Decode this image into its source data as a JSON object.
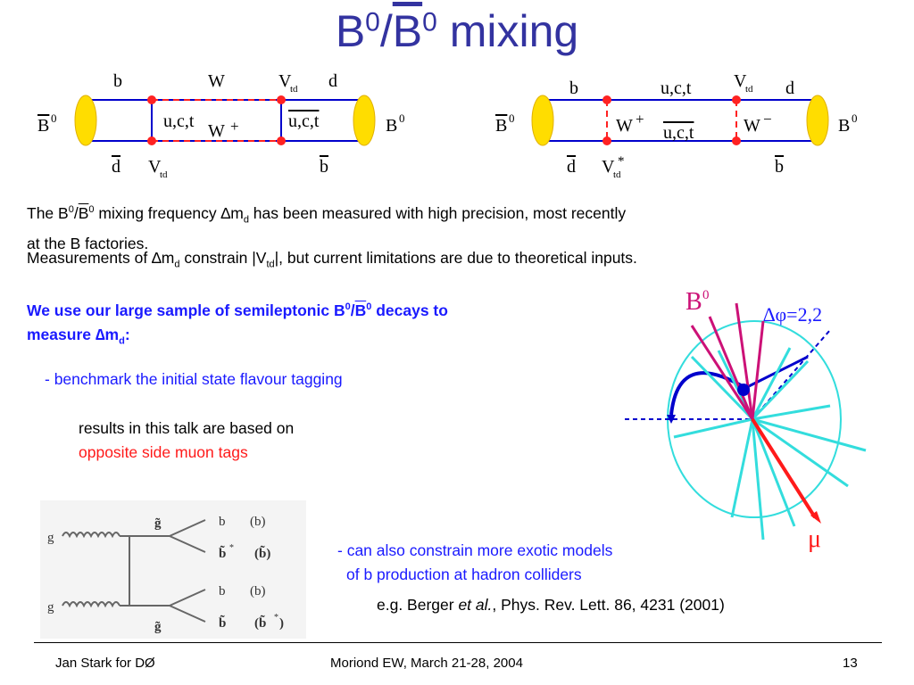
{
  "title": {
    "main": "B",
    "sup1": "0",
    "slash": "/",
    "bbar": "B",
    "sup2": "0",
    "rest": " mixing"
  },
  "box_left": {
    "top": [
      "b",
      "W",
      "V",
      "td",
      "d"
    ],
    "mid": [
      "u,c,t",
      "W",
      "+",
      "u,c,t"
    ],
    "bot": [
      "d",
      "V",
      "td",
      "b"
    ],
    "meson_left": "B",
    "meson_left_sup": "0",
    "meson_right": "B",
    "meson_right_sup": "0"
  },
  "box_right": {
    "top": [
      "b",
      "u,c,t",
      "V",
      "td",
      "d"
    ],
    "mid": [
      "W",
      "+",
      "u,c,t",
      "W",
      "−"
    ],
    "bot": [
      "d",
      "V",
      "td",
      "*",
      "b"
    ],
    "meson_left": "B",
    "meson_left_sup": "0",
    "meson_right": "B",
    "meson_right_sup": "0"
  },
  "para1": {
    "a": "The B",
    "a_sup": "0",
    "b": "/",
    "c": "B",
    "c_sup": "0",
    "d": " mixing frequency ∆m",
    "d_sub": "d",
    "e": " has been measured with high precision, most recently",
    "line2": "at the B factories."
  },
  "para2": {
    "a": "Measurements of ∆m",
    "a_sub": "d",
    "b": " constrain |V",
    "b_sub": "td",
    "c": "|, but current limitations are due to theoretical inputs."
  },
  "blue_bold": {
    "a": "We use our large sample of semileptonic B",
    "a_sup": "0",
    "b": "/",
    "c": "B",
    "c_sup": "0",
    "d": " decays to",
    "line2": "measure ∆m",
    "line2_sub": "d",
    "line2_end": ":"
  },
  "bullet1": "- benchmark the initial state flavour tagging",
  "results_line1": "results in this talk are based on",
  "results_line2": "opposite side muon tags",
  "exotic_line1": "- can also constrain more exotic models",
  "exotic_line2": "of b production at hadron colliders",
  "citation": {
    "a": "e.g. Berger ",
    "b": "et al.",
    "c": ", Phys. Rev. Lett. 86, 4231 (2001)"
  },
  "event": {
    "b0_label": "B",
    "b0_sup": "0",
    "dphi_label": "∆φ=2,2",
    "mu_label": "μ"
  },
  "feynman": {
    "gluon1": "g",
    "gluon2": "g",
    "sq1": "g̃",
    "sq2": "g̃",
    "out1": "b",
    "out1b": "(b)",
    "out2": "b̃",
    "out2star": "*",
    "out2b": "(b̃)",
    "out3": "b",
    "out3b": "(b)",
    "out4": "b̃",
    "out4b": "(b̃",
    "out4star": "*",
    "out4end": ")"
  },
  "footer": {
    "left": "Jan Stark for DØ",
    "center": "Moriond EW, March 21-28, 2004",
    "right": "13"
  },
  "colors": {
    "title": "#3333a0",
    "line": "#0000cc",
    "vertex": "#ff2222",
    "ellipse": "#ffdd00",
    "cyan": "#33dddd",
    "magenta": "#cc1177"
  }
}
